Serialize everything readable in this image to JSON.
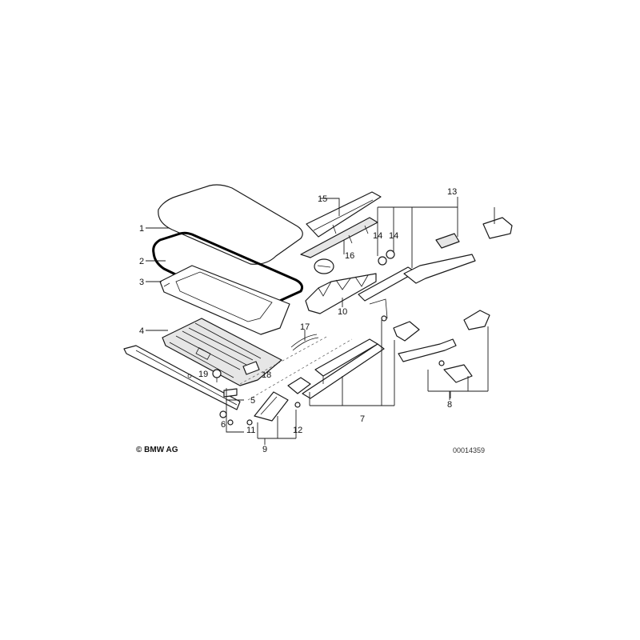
{
  "callouts": {
    "c1": "1",
    "c2": "2",
    "c3": "3",
    "c4": "4",
    "c5": "5",
    "c6": "6",
    "c7": "7",
    "c8": "8",
    "c9": "9",
    "c10": "10",
    "c11": "11",
    "c12": "12",
    "c13": "13",
    "c14a": "14",
    "c14b": "14",
    "c15": "15",
    "c16": "16",
    "c17": "17",
    "c18": "18",
    "c19": "19"
  },
  "footer": {
    "copyright": "© BMW AG",
    "document_number": "00014359"
  },
  "colors": {
    "line": "#1a1a1a",
    "background": "#ffffff",
    "seal": "#000000"
  }
}
